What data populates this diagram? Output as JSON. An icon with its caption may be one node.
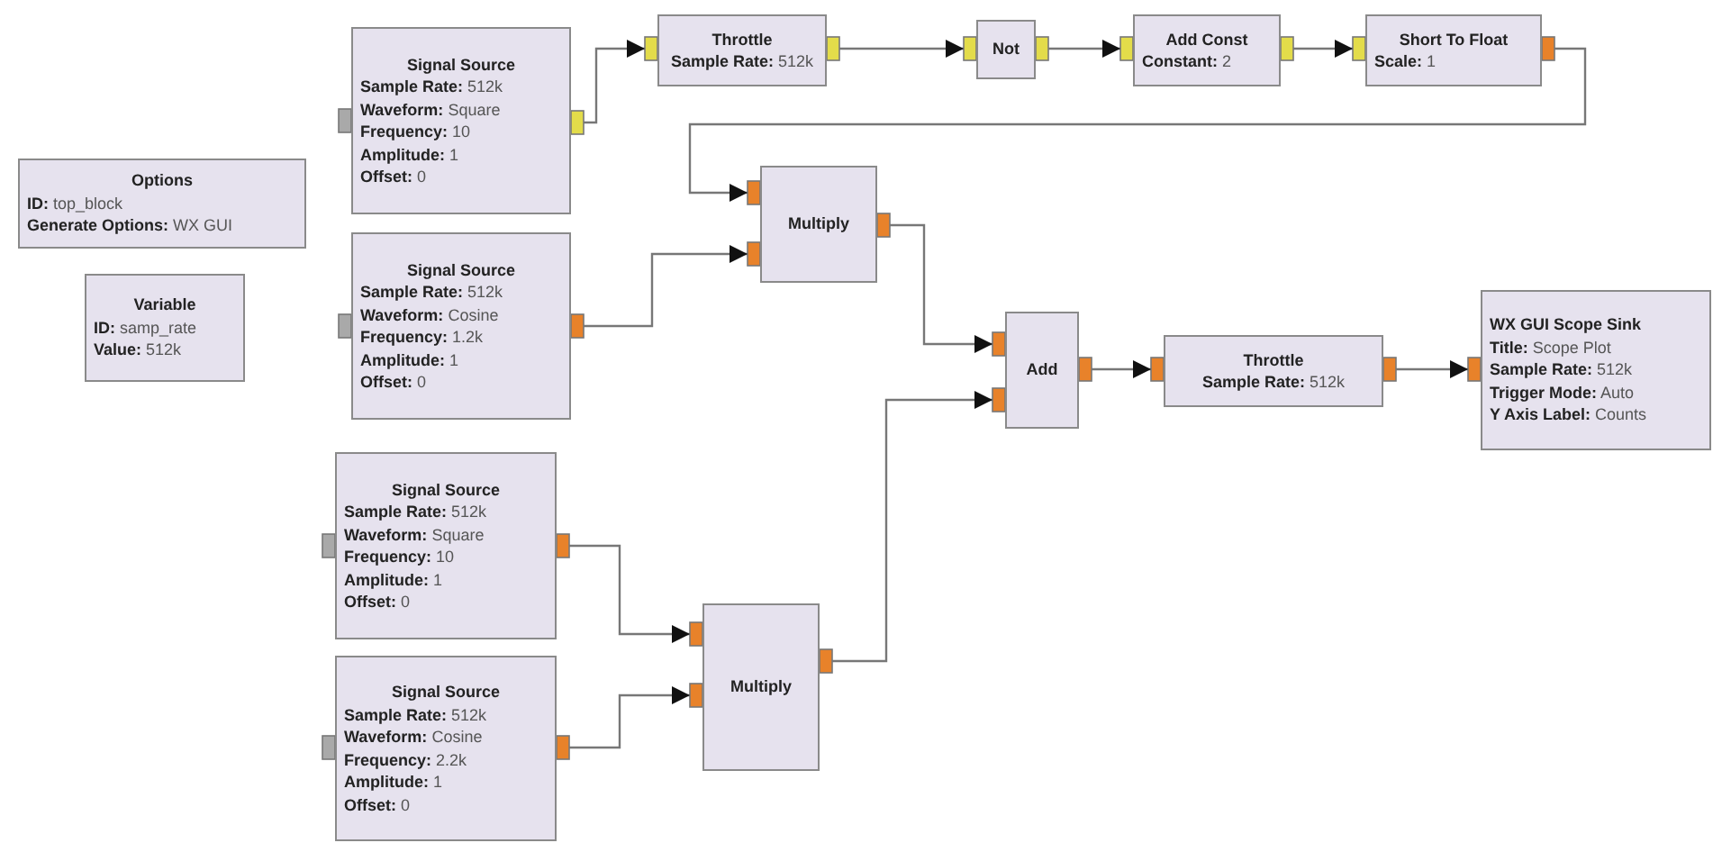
{
  "diagram": {
    "nodes": [
      {
        "text": [
          "Options",
          "**ID:** top_block",
          "**Generate Options:** WX GUI"
        ]
      },
      {
        "text": [
          "Variable",
          "**ID:** samp_rate",
          "**Value:** 512k"
        ]
      },
      {
        "text": [
          "Signal Source",
          "**Sample Rate:** 512k",
          "**Waveform:** Square",
          "**Frequency:** 10",
          "**Amplitude:** 1",
          "**Offset:** 0"
        ]
      },
      {
        "text": [
          "Signal Source",
          "**Sample Rate:** 512k",
          "**Waveform:** Cosine",
          "**Frequency:** 1.2k",
          "**Amplitude:** 1",
          "**Offset:** 0"
        ]
      },
      {
        "text": [
          "Throttle",
          "**Sample Rate:** 512k"
        ]
      },
      {
        "text": [
          "Not"
        ]
      },
      {
        "text": [
          "Add Const",
          "**Constant:** 2"
        ]
      },
      {
        "text": [
          "Short To Float",
          "**Scale:** 1"
        ]
      },
      {
        "text": [
          "Multiply"
        ]
      },
      {
        "text": [
          "Add"
        ]
      },
      {
        "text": [
          "Throttle",
          "**Sample Rate:** 512k"
        ]
      },
      {
        "text": [
          "WX GUI Scope Sink",
          "**Title:** Scope Plot",
          "**Sample Rate:** 512k",
          "**Trigger Mode:** Auto",
          "**Y Axis Label:** Counts"
        ]
      },
      {
        "text": [
          "Signal Source",
          "**Sample Rate:** 512k",
          "**Waveform:** Square",
          "**Frequency:** 10",
          "**Amplitude:** 1",
          "**Offset:** 0"
        ]
      },
      {
        "text": [
          "Signal Source",
          "**Sample Rate:** 512k",
          "**Waveform:** Cosine",
          "**Frequency:** 2.2k",
          "**Amplitude:** 1",
          "**Offset:** 0"
        ]
      },
      {
        "text": [
          "Multiply"
        ]
      }
    ],
    "edges": [
      {
        "from": 2,
        "to": 4,
        "arrow": "to"
      },
      {
        "from": 4,
        "to": 5,
        "arrow": "to"
      },
      {
        "from": 5,
        "to": 6,
        "arrow": "to"
      },
      {
        "from": 6,
        "to": 7,
        "arrow": "to"
      },
      {
        "from": 7,
        "to": 8,
        "arrow": "to"
      },
      {
        "from": 3,
        "to": 8,
        "arrow": "to"
      },
      {
        "from": 8,
        "to": 9,
        "arrow": "to"
      },
      {
        "from": 14,
        "to": 9,
        "arrow": "to"
      },
      {
        "from": 9,
        "to": 10,
        "arrow": "to"
      },
      {
        "from": 10,
        "to": 11,
        "arrow": "to"
      },
      {
        "from": 12,
        "to": 14,
        "arrow": "to"
      },
      {
        "from": 13,
        "to": 14,
        "arrow": "to"
      }
    ]
  }
}
